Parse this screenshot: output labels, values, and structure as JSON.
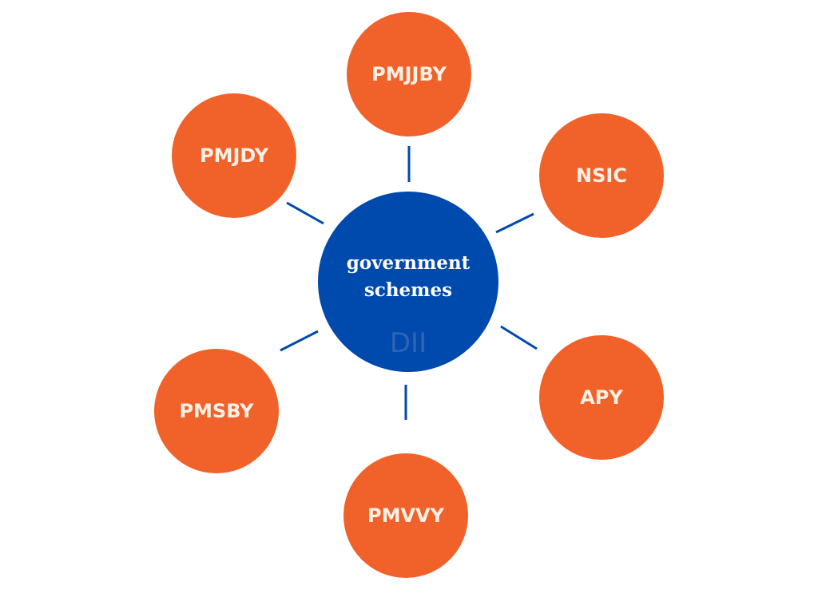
{
  "center": {
    "title": "government schemes",
    "watermark": "DII",
    "color": "#004aad"
  },
  "schemes": [
    {
      "label": "PMJJBY"
    },
    {
      "label": "NSIC"
    },
    {
      "label": "APY"
    },
    {
      "label": "PMVVY"
    },
    {
      "label": "PMSBY"
    },
    {
      "label": "PMJDY"
    }
  ],
  "colors": {
    "scheme_fill": "#f0622a",
    "scheme_text": "#fdf1e6",
    "connector": "#004aad"
  }
}
